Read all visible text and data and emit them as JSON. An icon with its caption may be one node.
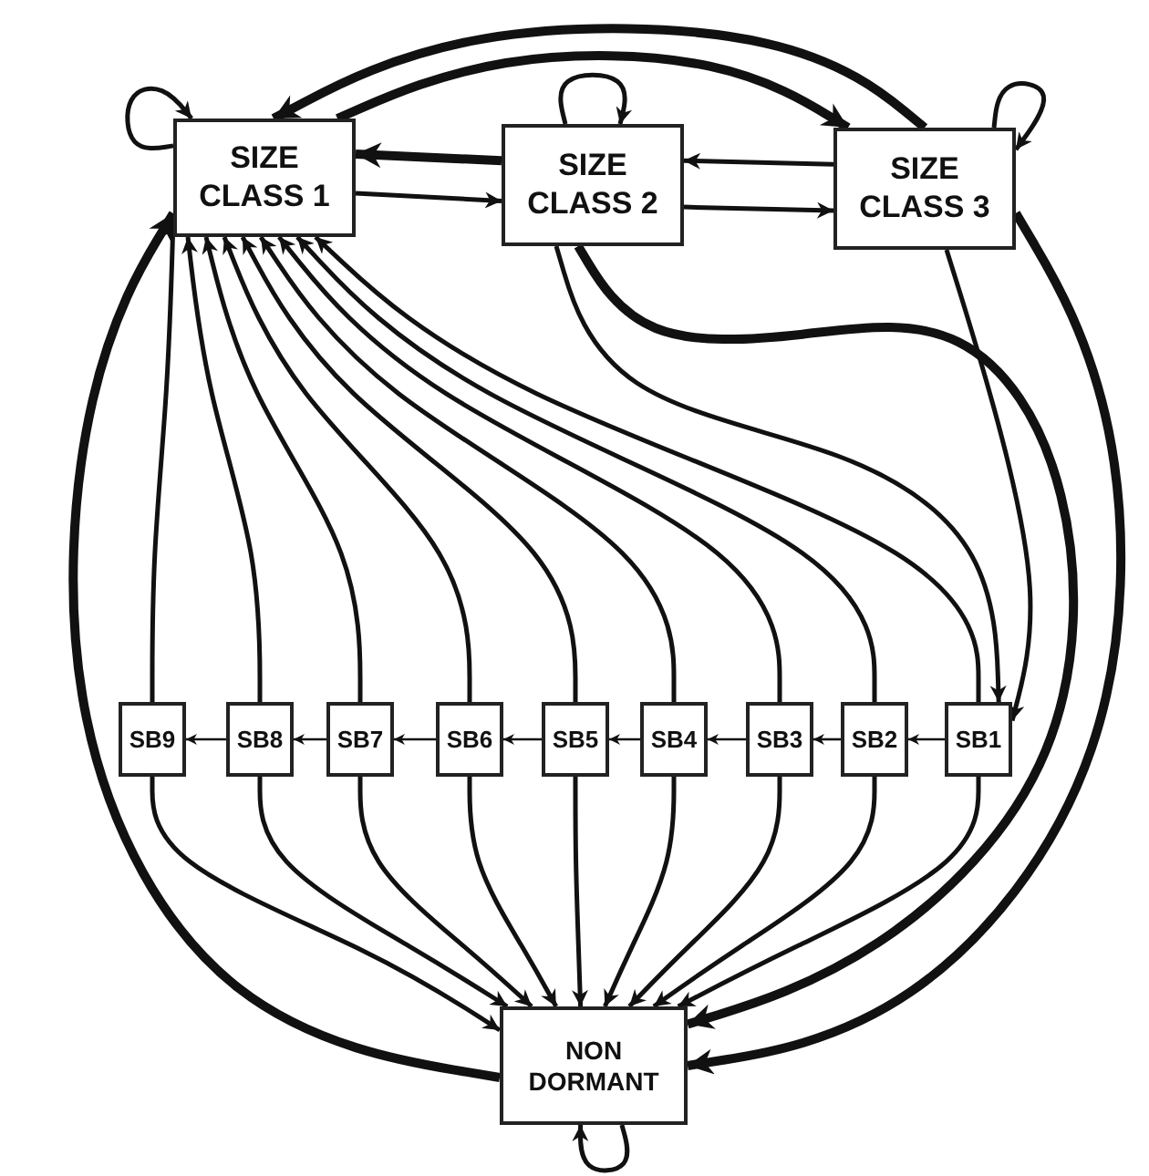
{
  "diagram": {
    "nodes": [
      {
        "text": [
          "SIZE CLASS 1"
        ]
      },
      {
        "text": [
          "SIZE CLASS 2"
        ]
      },
      {
        "text": [
          "SIZE CLASS 3"
        ]
      },
      {
        "text": [
          "SB9"
        ]
      },
      {
        "text": [
          "SB8"
        ]
      },
      {
        "text": [
          "SB7"
        ]
      },
      {
        "text": [
          "SB6"
        ]
      },
      {
        "text": [
          "SB5"
        ]
      },
      {
        "text": [
          "SB4"
        ]
      },
      {
        "text": [
          "SB3"
        ]
      },
      {
        "text": [
          "SB2"
        ]
      },
      {
        "text": [
          "SB1"
        ]
      },
      {
        "text": [
          "NON DORMANT"
        ]
      }
    ],
    "edges": [
      {
        "from": 2,
        "to": 0,
        "arrow": "to",
        "style": "thick"
      },
      {
        "from": 0,
        "to": 2,
        "arrow": "to",
        "style": "thick"
      },
      {
        "from": 0,
        "to": 0,
        "arrow": "to"
      },
      {
        "from": 1,
        "to": 1,
        "arrow": "to"
      },
      {
        "from": 2,
        "to": 2,
        "arrow": "to"
      },
      {
        "from": 1,
        "to": 0,
        "arrow": "to",
        "style": "thick"
      },
      {
        "from": 0,
        "to": 1,
        "arrow": "to"
      },
      {
        "from": 2,
        "to": 1,
        "arrow": "to"
      },
      {
        "from": 1,
        "to": 2,
        "arrow": "to"
      },
      {
        "from": 1,
        "to": 11,
        "arrow": "to"
      },
      {
        "from": 1,
        "to": 12,
        "arrow": "to",
        "style": "thick"
      },
      {
        "from": 2,
        "to": 11,
        "arrow": "to"
      },
      {
        "from": 2,
        "to": 12,
        "arrow": "to",
        "style": "thick"
      },
      {
        "from": 12,
        "to": 0,
        "arrow": "to",
        "style": "thick"
      },
      {
        "from": 3,
        "to": 0,
        "arrow": "to"
      },
      {
        "from": 4,
        "to": 0,
        "arrow": "to"
      },
      {
        "from": 5,
        "to": 0,
        "arrow": "to"
      },
      {
        "from": 6,
        "to": 0,
        "arrow": "to"
      },
      {
        "from": 7,
        "to": 0,
        "arrow": "to"
      },
      {
        "from": 8,
        "to": 0,
        "arrow": "to"
      },
      {
        "from": 9,
        "to": 0,
        "arrow": "to"
      },
      {
        "from": 10,
        "to": 0,
        "arrow": "to"
      },
      {
        "from": 11,
        "to": 0,
        "arrow": "to"
      },
      {
        "from": 3,
        "to": 12,
        "arrow": "to"
      },
      {
        "from": 4,
        "to": 12,
        "arrow": "to"
      },
      {
        "from": 5,
        "to": 12,
        "arrow": "to"
      },
      {
        "from": 6,
        "to": 12,
        "arrow": "to"
      },
      {
        "from": 7,
        "to": 12,
        "arrow": "to"
      },
      {
        "from": 8,
        "to": 12,
        "arrow": "to"
      },
      {
        "from": 9,
        "to": 12,
        "arrow": "to"
      },
      {
        "from": 10,
        "to": 12,
        "arrow": "to"
      },
      {
        "from": 11,
        "to": 12,
        "arrow": "to"
      },
      {
        "from": 11,
        "to": 10,
        "arrow": "to"
      },
      {
        "from": 10,
        "to": 9,
        "arrow": "to"
      },
      {
        "from": 9,
        "to": 8,
        "arrow": "to"
      },
      {
        "from": 8,
        "to": 7,
        "arrow": "to"
      },
      {
        "from": 7,
        "to": 6,
        "arrow": "to"
      },
      {
        "from": 6,
        "to": 5,
        "arrow": "to"
      },
      {
        "from": 5,
        "to": 4,
        "arrow": "to"
      },
      {
        "from": 4,
        "to": 3,
        "arrow": "to"
      },
      {
        "from": 12,
        "to": 12,
        "arrow": "to"
      }
    ]
  }
}
